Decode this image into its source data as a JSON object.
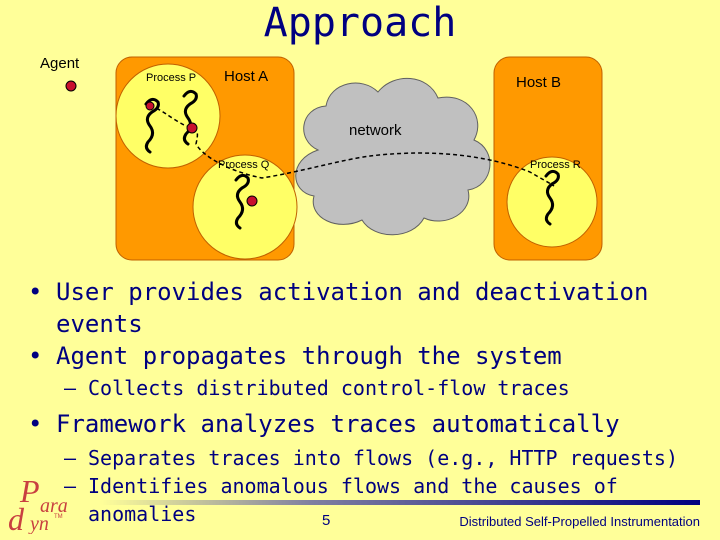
{
  "slide": {
    "title": "Approach",
    "page_number": "5",
    "footer": "Distributed Self-Propelled Instrumentation"
  },
  "diagram": {
    "agent_label": "Agent",
    "host_a": "Host A",
    "host_b": "Host B",
    "network": "network",
    "process_p": "Process P",
    "process_q": "Process Q",
    "process_r": "Process R"
  },
  "bullets": [
    {
      "text": "User provides activation and deactivation events",
      "subitems": []
    },
    {
      "text": "Agent propagates through the system",
      "subitems": [
        "Collects distributed control-flow traces"
      ]
    },
    {
      "text": "Framework analyzes traces automatically",
      "subitems": [
        "Separates traces into flows (e.g., HTTP requests)",
        "Identifies anomalous flows and the causes of anomalies"
      ]
    }
  ],
  "logo": {
    "text_top": "ara",
    "text_bottom": "yn",
    "trademark": "TM"
  },
  "colors": {
    "background": "#FFFF99",
    "host_fill": "#FF9900",
    "process_fill": "#FFFF66",
    "network_fill": "#C0C0C0",
    "agent_dot": "#C8102E",
    "text": "#000080"
  }
}
